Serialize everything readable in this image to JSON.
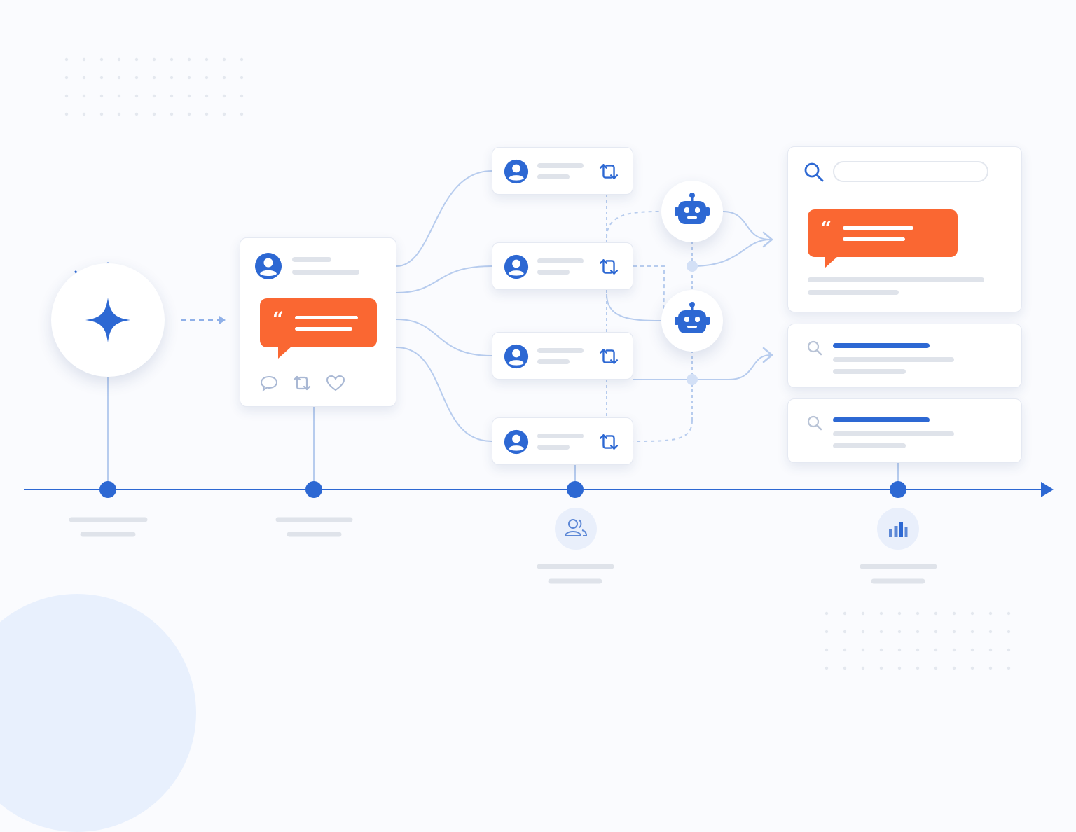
{
  "diagram": {
    "kind": "social-post amplification timeline",
    "colors": {
      "primary": "#2d68d3",
      "accent": "#fa6732",
      "connector": "#b7ccee",
      "placeholder": "#dfe3ea",
      "background": "#fafbfe"
    },
    "stages": [
      {
        "id": "spark",
        "icon": "sparkle-icon"
      },
      {
        "id": "original-post",
        "icon": "user-avatar-icon",
        "actions": [
          "comment-icon",
          "retweet-icon",
          "heart-icon"
        ]
      },
      {
        "id": "reposts",
        "count": 4,
        "icon": "people-icon",
        "bots": 2,
        "bot_icon": "robot-icon"
      },
      {
        "id": "search-results",
        "icon": "bar-chart-icon",
        "result_icon": "search-icon"
      }
    ],
    "repost_cards": [
      {
        "icon": "user-avatar-icon",
        "action": "retweet-icon"
      },
      {
        "icon": "user-avatar-icon",
        "action": "retweet-icon"
      },
      {
        "icon": "user-avatar-icon",
        "action": "retweet-icon"
      },
      {
        "icon": "user-avatar-icon",
        "action": "retweet-icon"
      }
    ],
    "timeline": {
      "direction": "left-to-right",
      "markers": 4
    }
  }
}
